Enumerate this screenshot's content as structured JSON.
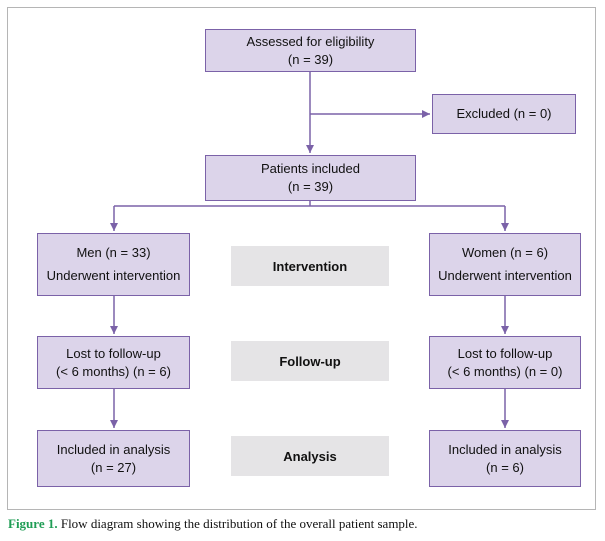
{
  "figure": {
    "caption_label": "Figure 1.",
    "caption_text": " Flow diagram showing the distribution of the overall patient sample."
  },
  "colors": {
    "box_fill": "#dcd4ea",
    "box_border": "#7b62a8",
    "arrow": "#7b62a8",
    "stage_fill": "#e5e4e6",
    "caption_label_color": "#1f9d55",
    "frame_border": "#b5b5b5"
  },
  "boxes": {
    "assessed": {
      "line1": "Assessed for eligibility",
      "line2": "(n = 39)"
    },
    "excluded": {
      "line1": "Excluded (n = 0)"
    },
    "included": {
      "line1": "Patients included",
      "line2": "(n = 39)"
    },
    "men": {
      "line1": "Men (n = 33)",
      "line2": "Underwent intervention"
    },
    "women": {
      "line1": "Women (n = 6)",
      "line2": "Underwent intervention"
    },
    "lost_left": {
      "line1": "Lost to follow-up",
      "line2": "(< 6 months) (n = 6)"
    },
    "lost_right": {
      "line1": "Lost to follow-up",
      "line2": "(< 6 months) (n = 0)"
    },
    "analysis_left": {
      "line1": "Included in analysis",
      "line2": "(n = 27)"
    },
    "analysis_right": {
      "line1": "Included in analysis",
      "line2": "(n = 6)"
    }
  },
  "stages": {
    "intervention": "Intervention",
    "followup": "Follow-up",
    "analysis": "Analysis"
  }
}
